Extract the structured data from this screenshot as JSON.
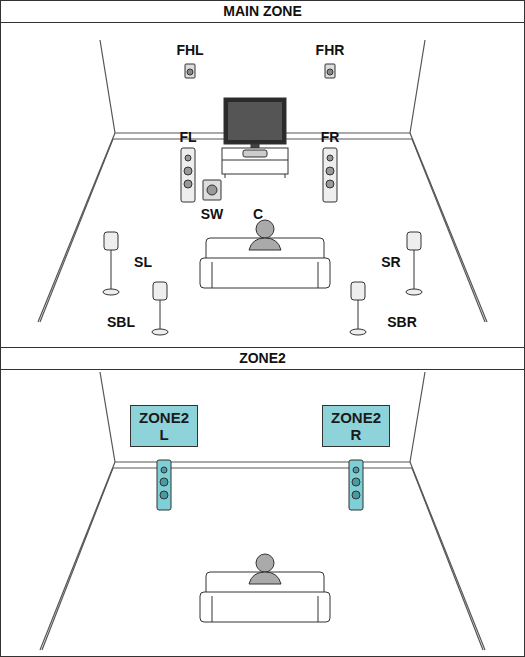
{
  "diagram": {
    "nodes": [
      {
        "text": [
          "MAIN ZONE"
        ]
      },
      {
        "text": [
          "ZONE2"
        ]
      },
      {
        "text": [
          "ZONE2 L"
        ]
      },
      {
        "text": [
          "ZONE2 R"
        ]
      }
    ],
    "labels": [
      "FHL",
      "FHR",
      "FL",
      "FR",
      "SW",
      "C",
      "SL",
      "SR",
      "SBL",
      "SBR"
    ]
  }
}
